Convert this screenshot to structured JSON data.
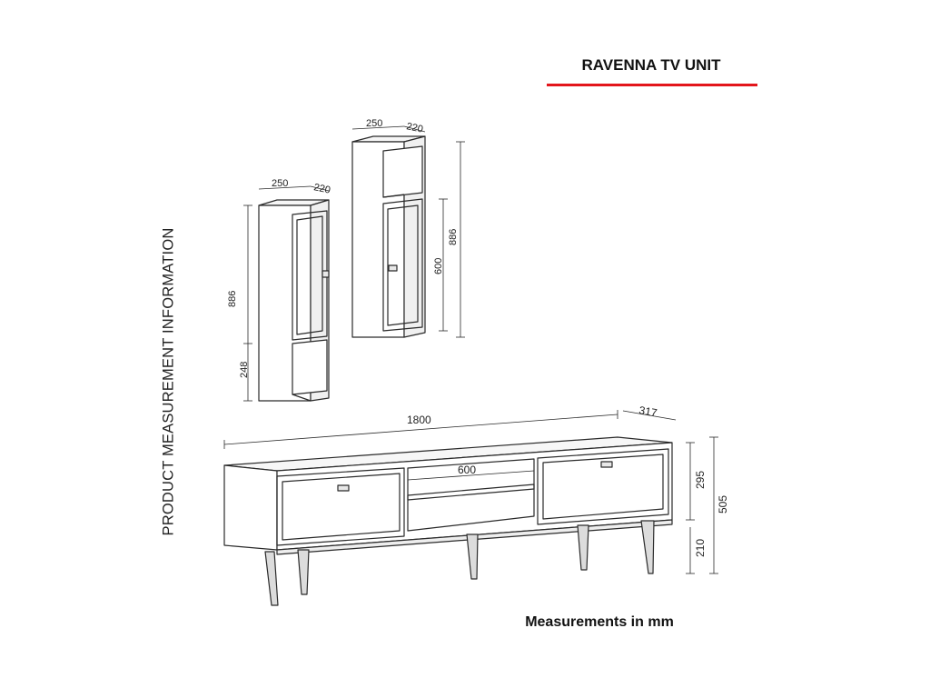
{
  "title": "RAVENNA TV UNIT",
  "side_title": "PRODUCT MEASUREMENT INFORMATION",
  "footer": "Measurements in mm",
  "accent_color": "#e3161c",
  "dimensions": {
    "tv_width": "1800",
    "tv_depth": "317",
    "tv_shelf": "600",
    "tv_body_height": "295",
    "tv_total_height": "505",
    "tv_leg_height": "210",
    "cab1_width": "250",
    "cab1_depth": "220",
    "cab1_height": "886",
    "cab1_open_height": "248",
    "cab2_width": "250",
    "cab2_depth": "220",
    "cab2_height": "886",
    "cab2_door_height": "600"
  }
}
